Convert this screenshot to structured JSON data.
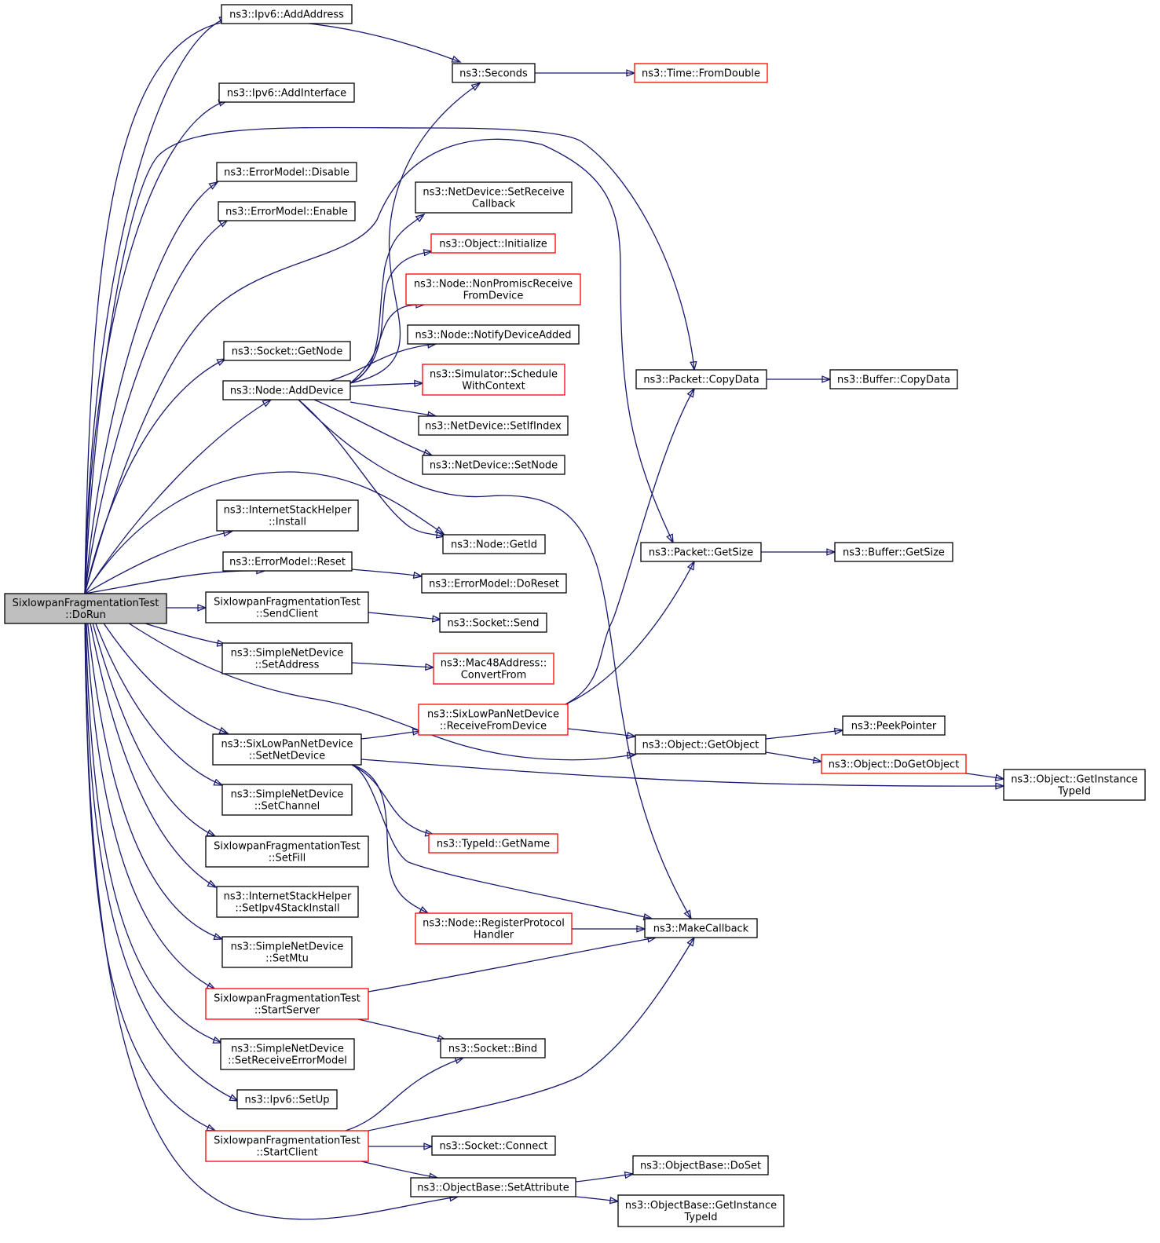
{
  "colors": {
    "edge": "#191970",
    "node_border": "#000000",
    "node_border_truncated": "#ff0000",
    "root_fill": "#bfbfbf",
    "node_fill": "#ffffff"
  },
  "root_node": "dorun",
  "truncated_nodes": [
    "fromdouble",
    "initialize",
    "nonpromisc",
    "schedule",
    "mac48",
    "receivefromdevice",
    "dogetobject",
    "typeidgetname",
    "registerprotocol",
    "startserver",
    "startclient"
  ],
  "nodes": [
    {
      "id": "dorun",
      "lines": [
        "SixlowpanFragmentationTest",
        "::DoRun"
      ]
    },
    {
      "id": "addaddress",
      "lines": [
        "ns3::Ipv6::AddAddress"
      ]
    },
    {
      "id": "seconds",
      "lines": [
        "ns3::Seconds"
      ]
    },
    {
      "id": "fromdouble",
      "lines": [
        "ns3::Time::FromDouble"
      ]
    },
    {
      "id": "addinterface",
      "lines": [
        "ns3::Ipv6::AddInterface"
      ]
    },
    {
      "id": "disable",
      "lines": [
        "ns3::ErrorModel::Disable"
      ]
    },
    {
      "id": "enable",
      "lines": [
        "ns3::ErrorModel::Enable"
      ]
    },
    {
      "id": "setreceivecallback",
      "lines": [
        "ns3::NetDevice::SetReceive",
        "Callback"
      ]
    },
    {
      "id": "initialize",
      "lines": [
        "ns3::Object::Initialize"
      ]
    },
    {
      "id": "nonpromisc",
      "lines": [
        "ns3::Node::NonPromiscReceive",
        "FromDevice"
      ]
    },
    {
      "id": "notifydeviceadded",
      "lines": [
        "ns3::Node::NotifyDeviceAdded"
      ]
    },
    {
      "id": "getnodesocket",
      "lines": [
        "ns3::Socket::GetNode"
      ]
    },
    {
      "id": "schedule",
      "lines": [
        "ns3::Simulator::Schedule",
        "WithContext"
      ]
    },
    {
      "id": "adddevice",
      "lines": [
        "ns3::Node::AddDevice"
      ]
    },
    {
      "id": "packetcopydata",
      "lines": [
        "ns3::Packet::CopyData"
      ]
    },
    {
      "id": "buffercopydata",
      "lines": [
        "ns3::Buffer::CopyData"
      ]
    },
    {
      "id": "setifindex",
      "lines": [
        "ns3::NetDevice::SetIfIndex"
      ]
    },
    {
      "id": "setnode",
      "lines": [
        "ns3::NetDevice::SetNode"
      ]
    },
    {
      "id": "install",
      "lines": [
        "ns3::InternetStackHelper",
        "::Install"
      ]
    },
    {
      "id": "getid",
      "lines": [
        "ns3::Node::GetId"
      ]
    },
    {
      "id": "packetgetsize",
      "lines": [
        "ns3::Packet::GetSize"
      ]
    },
    {
      "id": "buffergetsize",
      "lines": [
        "ns3::Buffer::GetSize"
      ]
    },
    {
      "id": "reset",
      "lines": [
        "ns3::ErrorModel::Reset"
      ]
    },
    {
      "id": "doreset",
      "lines": [
        "ns3::ErrorModel::DoReset"
      ]
    },
    {
      "id": "sendclient",
      "lines": [
        "SixlowpanFragmentationTest",
        "::SendClient"
      ]
    },
    {
      "id": "socketsend",
      "lines": [
        "ns3::Socket::Send"
      ]
    },
    {
      "id": "setaddress",
      "lines": [
        "ns3::SimpleNetDevice",
        "::SetAddress"
      ]
    },
    {
      "id": "mac48",
      "lines": [
        "ns3::Mac48Address::",
        "ConvertFrom"
      ]
    },
    {
      "id": "receivefromdevice",
      "lines": [
        "ns3::SixLowPanNetDevice",
        "::ReceiveFromDevice"
      ]
    },
    {
      "id": "peekpointer",
      "lines": [
        "ns3::PeekPointer"
      ]
    },
    {
      "id": "setnetdevice",
      "lines": [
        "ns3::SixLowPanNetDevice",
        "::SetNetDevice"
      ]
    },
    {
      "id": "getobject",
      "lines": [
        "ns3::Object::GetObject"
      ]
    },
    {
      "id": "dogetobject",
      "lines": [
        "ns3::Object::DoGetObject"
      ]
    },
    {
      "id": "getinstancetypeid",
      "lines": [
        "ns3::Object::GetInstance",
        "TypeId"
      ]
    },
    {
      "id": "setchannel",
      "lines": [
        "ns3::SimpleNetDevice",
        "::SetChannel"
      ]
    },
    {
      "id": "typeidgetname",
      "lines": [
        "ns3::TypeId::GetName"
      ]
    },
    {
      "id": "setfill",
      "lines": [
        "SixlowpanFragmentationTest",
        "::SetFill"
      ]
    },
    {
      "id": "setipv4stackinstall",
      "lines": [
        "ns3::InternetStackHelper",
        "::SetIpv4StackInstall"
      ]
    },
    {
      "id": "registerprotocol",
      "lines": [
        "ns3::Node::RegisterProtocol",
        "Handler"
      ]
    },
    {
      "id": "makecallback",
      "lines": [
        "ns3::MakeCallback"
      ]
    },
    {
      "id": "setmtu",
      "lines": [
        "ns3::SimpleNetDevice",
        "::SetMtu"
      ]
    },
    {
      "id": "startserver",
      "lines": [
        "SixlowpanFragmentationTest",
        "::StartServer"
      ]
    },
    {
      "id": "socketbind",
      "lines": [
        "ns3::Socket::Bind"
      ]
    },
    {
      "id": "setreceiveerrormodel",
      "lines": [
        "ns3::SimpleNetDevice",
        "::SetReceiveErrorModel"
      ]
    },
    {
      "id": "setup",
      "lines": [
        "ns3::Ipv6::SetUp"
      ]
    },
    {
      "id": "startclient",
      "lines": [
        "SixlowpanFragmentationTest",
        "::StartClient"
      ]
    },
    {
      "id": "socketconnect",
      "lines": [
        "ns3::Socket::Connect"
      ]
    },
    {
      "id": "doset",
      "lines": [
        "ns3::ObjectBase::DoSet"
      ]
    },
    {
      "id": "setattribute",
      "lines": [
        "ns3::ObjectBase::SetAttribute"
      ]
    },
    {
      "id": "objbasegetinstancetypeid",
      "lines": [
        "ns3::ObjectBase::GetInstance",
        "TypeId"
      ]
    }
  ],
  "edges": [
    [
      "dorun",
      "addaddress"
    ],
    [
      "dorun",
      "seconds"
    ],
    [
      "dorun",
      "addinterface"
    ],
    [
      "dorun",
      "disable"
    ],
    [
      "dorun",
      "enable"
    ],
    [
      "dorun",
      "packetcopydata"
    ],
    [
      "dorun",
      "packetgetsize"
    ],
    [
      "dorun",
      "getnodesocket"
    ],
    [
      "dorun",
      "adddevice"
    ],
    [
      "dorun",
      "getid"
    ],
    [
      "dorun",
      "install"
    ],
    [
      "dorun",
      "reset"
    ],
    [
      "dorun",
      "sendclient"
    ],
    [
      "dorun",
      "setaddress"
    ],
    [
      "dorun",
      "getobject"
    ],
    [
      "dorun",
      "setnetdevice"
    ],
    [
      "dorun",
      "setchannel"
    ],
    [
      "dorun",
      "setfill"
    ],
    [
      "dorun",
      "setipv4stackinstall"
    ],
    [
      "dorun",
      "setmtu"
    ],
    [
      "dorun",
      "startserver"
    ],
    [
      "dorun",
      "setreceiveerrormodel"
    ],
    [
      "dorun",
      "setup"
    ],
    [
      "dorun",
      "startclient"
    ],
    [
      "dorun",
      "setattribute"
    ],
    [
      "seconds",
      "fromdouble"
    ],
    [
      "adddevice",
      "seconds"
    ],
    [
      "adddevice",
      "setreceivecallback"
    ],
    [
      "adddevice",
      "initialize"
    ],
    [
      "adddevice",
      "nonpromisc"
    ],
    [
      "adddevice",
      "notifydeviceadded"
    ],
    [
      "adddevice",
      "schedule"
    ],
    [
      "adddevice",
      "setifindex"
    ],
    [
      "adddevice",
      "setnode"
    ],
    [
      "adddevice",
      "getid"
    ],
    [
      "adddevice",
      "makecallback"
    ],
    [
      "packetcopydata",
      "buffercopydata"
    ],
    [
      "packetgetsize",
      "buffergetsize"
    ],
    [
      "reset",
      "doreset"
    ],
    [
      "sendclient",
      "socketsend"
    ],
    [
      "setaddress",
      "mac48"
    ],
    [
      "receivefromdevice",
      "packetcopydata"
    ],
    [
      "receivefromdevice",
      "packetgetsize"
    ],
    [
      "receivefromdevice",
      "getobject"
    ],
    [
      "setnetdevice",
      "receivefromdevice"
    ],
    [
      "setnetdevice",
      "getinstancetypeid"
    ],
    [
      "setnetdevice",
      "typeidgetname"
    ],
    [
      "setnetdevice",
      "registerprotocol"
    ],
    [
      "setnetdevice",
      "makecallback"
    ],
    [
      "getobject",
      "peekpointer"
    ],
    [
      "getobject",
      "dogetobject"
    ],
    [
      "dogetobject",
      "getinstancetypeid"
    ],
    [
      "registerprotocol",
      "makecallback"
    ],
    [
      "startserver",
      "makecallback"
    ],
    [
      "startserver",
      "socketbind"
    ],
    [
      "startclient",
      "socketbind"
    ],
    [
      "startclient",
      "makecallback"
    ],
    [
      "startclient",
      "socketconnect"
    ],
    [
      "startclient",
      "setattribute"
    ],
    [
      "setattribute",
      "doset"
    ],
    [
      "setattribute",
      "objbasegetinstancetypeid"
    ]
  ]
}
